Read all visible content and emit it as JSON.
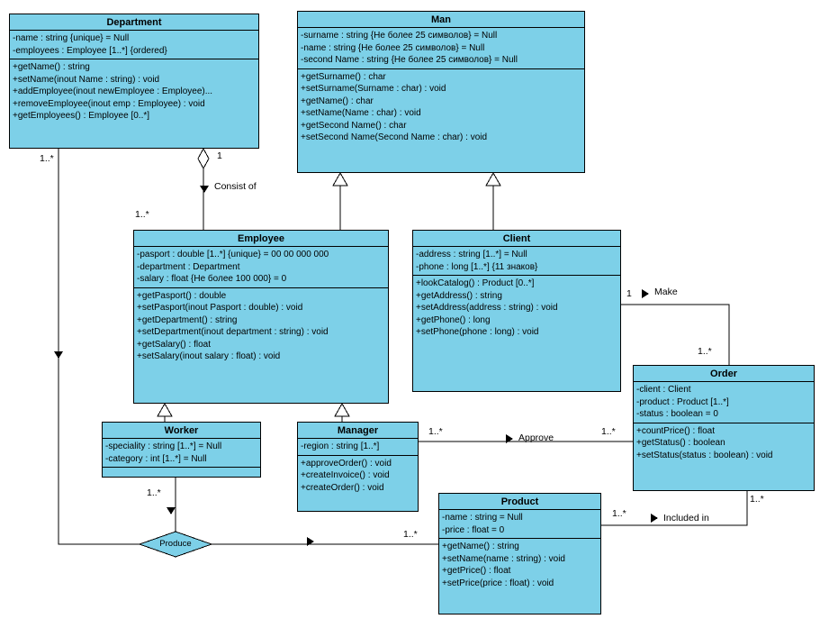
{
  "colors": {
    "class_fill": "#7dd0e8",
    "border": "#000000",
    "canvas": "#ffffff"
  },
  "classes": {
    "department": {
      "name": "Department",
      "attributes": [
        "-name : string {unique} = Null",
        "-employees : Employee [1..*] {ordered}"
      ],
      "methods": [
        "+getName() : string",
        "+setName(inout Name : string) : void",
        "+addEmployee(inout newEmployee : Employee)...",
        "+removeEmployee(inout emp : Employee) : void",
        "+getEmployees() : Employee [0..*]"
      ]
    },
    "man": {
      "name": "Man",
      "attributes": [
        "-surname : string {Не более 25 символов} = Null",
        "-name : string {Не более 25 символов} = Null",
        "-second Name : string {Не более 25 символов} = Null"
      ],
      "methods": [
        "+getSurname() : char",
        "+setSurname(Surname : char) : void",
        "+getName() : char",
        "+setName(Name : char) : void",
        "+getSecond Name() : char",
        "+setSecond Name(Second Name : char) : void"
      ]
    },
    "employee": {
      "name": "Employee",
      "attributes": [
        "-pasport : double [1..*] {unique} = 00 00 000 000",
        "-department : Department",
        "-salary : float {Не более 100 000} = 0"
      ],
      "methods": [
        "+getPasport() : double",
        "+setPasport(inout Pasport : double) : void",
        "+getDepartment() : string",
        "+setDepartment(inout department : string) : void",
        "+getSalary() : float",
        "+setSalary(inout salary : float) : void"
      ]
    },
    "client": {
      "name": "Client",
      "attributes": [
        "-address : string [1..*] = Null",
        "-phone : long [1..*] {11 знаков}"
      ],
      "methods": [
        "+lookCatalog() : Product [0..*]",
        "+getAddress() : string",
        "+setAddress(address : string) : void",
        "+getPhone() : long",
        "+setPhone(phone : long) : void"
      ]
    },
    "order": {
      "name": "Order",
      "attributes": [
        "-client : Client",
        "-product : Product [1..*]",
        "-status : boolean = 0"
      ],
      "methods": [
        "+countPrice() : float",
        "+getStatus() : boolean",
        "+setStatus(status : boolean) : void"
      ]
    },
    "worker": {
      "name": "Worker",
      "attributes": [
        "-speciality : string [1..*] = Null",
        "-category : int [1..*] = Null"
      ],
      "methods": []
    },
    "manager": {
      "name": "Manager",
      "attributes": [
        "-region : string [1..*]"
      ],
      "methods": [
        "+approveOrder() : void",
        "+createInvoice() : void",
        "+createOrder() : void"
      ]
    },
    "product": {
      "name": "Product",
      "attributes": [
        "-name : string = Null",
        "-price : float = 0"
      ],
      "methods": [
        "+getName() : string",
        "+setName(name : string) : void",
        "+getPrice() : float",
        "+setPrice(price : float) : void"
      ]
    }
  },
  "associations": {
    "consist_of": {
      "name": "Consist of",
      "department_mult": "1",
      "employee_mult": "1..*"
    },
    "make": {
      "name": "Make",
      "client_mult": "1",
      "order_mult": "1..*"
    },
    "approve": {
      "name": "Approve",
      "manager_mult": "1..*",
      "order_mult": "1..*"
    },
    "included_in": {
      "name": "Included in",
      "product_mult": "1..*",
      "order_mult": "1..*"
    },
    "produce": {
      "name": "Produce",
      "department_mult": "1..*",
      "worker_mult": "1..*",
      "product_mult": "1..*"
    }
  }
}
